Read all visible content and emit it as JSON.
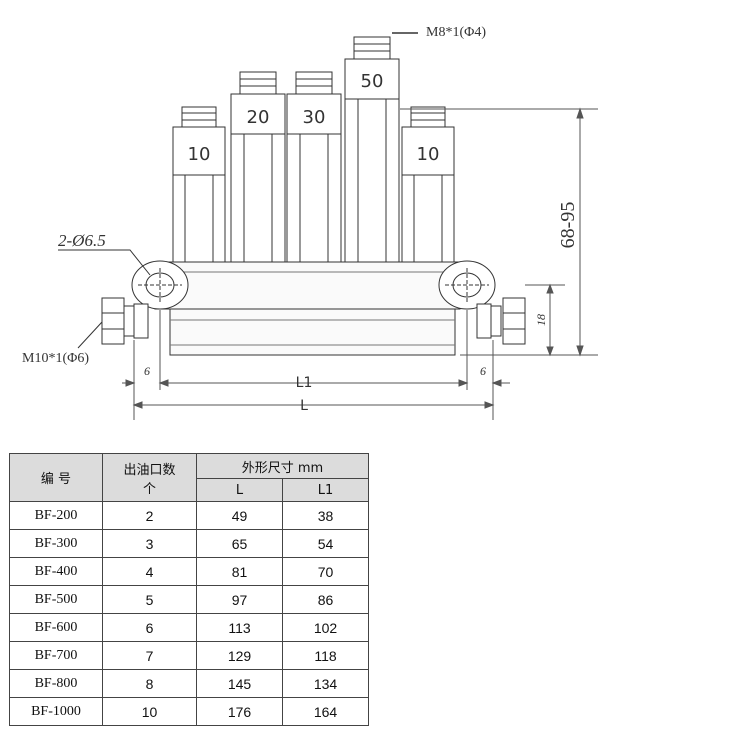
{
  "drawing": {
    "top_thread_label": "M8*1(Φ4)",
    "side_thread_label": "M10*1(Φ6)",
    "mount_hole_label": "2-Ø6.5",
    "height_label": "68-95",
    "base_height_label": "18",
    "left_offset_label": "6",
    "right_offset_label": "6",
    "l1_label": "L1",
    "l_label": "L",
    "outlets": [
      "10",
      "20",
      "30",
      "50",
      "10"
    ]
  },
  "table": {
    "header": {
      "col_model": "编  号",
      "col_outlets_line1": "出油口数",
      "col_outlets_line2": "个",
      "col_dims": "外形尺寸 mm",
      "col_L": "L",
      "col_L1": "L1"
    },
    "rows": [
      {
        "model": "BF-200",
        "outlets": "2",
        "L": "49",
        "L1": "38"
      },
      {
        "model": "BF-300",
        "outlets": "3",
        "L": "65",
        "L1": "54"
      },
      {
        "model": "BF-400",
        "outlets": "4",
        "L": "81",
        "L1": "70"
      },
      {
        "model": "BF-500",
        "outlets": "5",
        "L": "97",
        "L1": "86"
      },
      {
        "model": "BF-600",
        "outlets": "6",
        "L": "113",
        "L1": "102"
      },
      {
        "model": "BF-700",
        "outlets": "7",
        "L": "129",
        "L1": "118"
      },
      {
        "model": "BF-800",
        "outlets": "8",
        "L": "145",
        "L1": "134"
      },
      {
        "model": "BF-1000",
        "outlets": "10",
        "L": "176",
        "L1": "164"
      }
    ]
  }
}
